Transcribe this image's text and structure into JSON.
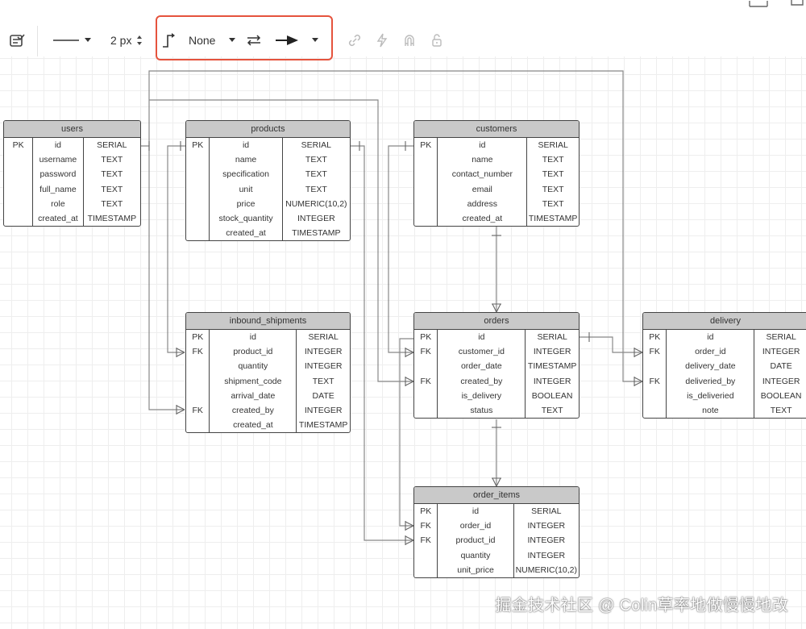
{
  "toolbar": {
    "stroke_width": "2 px",
    "waypoint_style": "None"
  },
  "watermark": "掘金技术社区 @ Colin草率地做慢慢地改",
  "tables": [
    {
      "key": "users",
      "name": "users",
      "rows": [
        [
          "PK",
          "id",
          "SERIAL"
        ],
        [
          "",
          "username",
          "TEXT"
        ],
        [
          "",
          "password",
          "TEXT"
        ],
        [
          "",
          "full_name",
          "TEXT"
        ],
        [
          "",
          "role",
          "TEXT"
        ],
        [
          "",
          "created_at",
          "TIMESTAMP"
        ]
      ]
    },
    {
      "key": "products",
      "name": "products",
      "rows": [
        [
          "PK",
          "id",
          "SERIAL"
        ],
        [
          "",
          "name",
          "TEXT"
        ],
        [
          "",
          "specification",
          "TEXT"
        ],
        [
          "",
          "unit",
          "TEXT"
        ],
        [
          "",
          "price",
          "NUMERIC(10,2)"
        ],
        [
          "",
          "stock_quantity",
          "INTEGER"
        ],
        [
          "",
          "created_at",
          "TIMESTAMP"
        ]
      ]
    },
    {
      "key": "customers",
      "name": "customers",
      "rows": [
        [
          "PK",
          "id",
          "SERIAL"
        ],
        [
          "",
          "name",
          "TEXT"
        ],
        [
          "",
          "contact_number",
          "TEXT"
        ],
        [
          "",
          "email",
          "TEXT"
        ],
        [
          "",
          "address",
          "TEXT"
        ],
        [
          "",
          "created_at",
          "TIMESTAMP"
        ]
      ]
    },
    {
      "key": "inbound_shipments",
      "name": "inbound_shipments",
      "rows": [
        [
          "PK",
          "id",
          "SERIAL"
        ],
        [
          "FK",
          "product_id",
          "INTEGER"
        ],
        [
          "",
          "quantity",
          "INTEGER"
        ],
        [
          "",
          "shipment_code",
          "TEXT"
        ],
        [
          "",
          "arrival_date",
          "DATE"
        ],
        [
          "FK",
          "created_by",
          "INTEGER"
        ],
        [
          "",
          "created_at",
          "TIMESTAMP"
        ]
      ]
    },
    {
      "key": "orders",
      "name": "orders",
      "rows": [
        [
          "PK",
          "id",
          "SERIAL"
        ],
        [
          "FK",
          "customer_id",
          "INTEGER"
        ],
        [
          "",
          "order_date",
          "TIMESTAMP"
        ],
        [
          "FK",
          "created_by",
          "INTEGER"
        ],
        [
          "",
          "is_delivery",
          "BOOLEAN"
        ],
        [
          "",
          "status",
          "TEXT"
        ]
      ]
    },
    {
      "key": "delivery",
      "name": "delivery",
      "rows": [
        [
          "PK",
          "id",
          "SERIAL"
        ],
        [
          "FK",
          "order_id",
          "INTEGER"
        ],
        [
          "",
          "delivery_date",
          "DATE"
        ],
        [
          "FK",
          "deliveried_by",
          "INTEGER"
        ],
        [
          "",
          "is_deliveried",
          "BOOLEAN"
        ],
        [
          "",
          "note",
          "TEXT"
        ]
      ]
    },
    {
      "key": "order_items",
      "name": "order_items",
      "rows": [
        [
          "PK",
          "id",
          "SERIAL"
        ],
        [
          "FK",
          "order_id",
          "INTEGER"
        ],
        [
          "FK",
          "product_id",
          "INTEGER"
        ],
        [
          "",
          "quantity",
          "INTEGER"
        ],
        [
          "",
          "unit_price",
          "NUMERIC(10,2)"
        ]
      ]
    }
  ]
}
